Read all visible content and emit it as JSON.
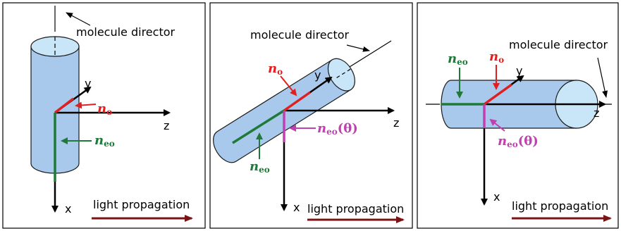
{
  "colors": {
    "cylinder_fill": "#a9c9ec",
    "cap_fill": "#c9e6f8",
    "outline": "#1a1a1a",
    "n_o": "#e02020",
    "n_eo": "#1f7a3a",
    "n_eo_theta": "#c040b0",
    "light_arrow": "#7a1414"
  },
  "panels": [
    {
      "director_label": "molecule director",
      "axis_y": "y",
      "axis_z": "z",
      "axis_x": "x",
      "n_o": {
        "base": "n",
        "sub": "o"
      },
      "n_eo": {
        "base": "n",
        "sub": "eo"
      },
      "light_label": "light propagation"
    },
    {
      "director_label": "molecule director",
      "axis_y": "y",
      "axis_z": "z",
      "axis_x": "x",
      "n_o": {
        "base": "n",
        "sub": "o"
      },
      "n_eo": {
        "base": "n",
        "sub": "eo"
      },
      "n_eo_theta": {
        "base": "n",
        "sub": "eo",
        "suffix": "(θ)"
      },
      "light_label": "light propagation"
    },
    {
      "director_label": "molecule director",
      "axis_y": "y",
      "axis_z": "z",
      "axis_x": "x",
      "n_o": {
        "base": "n",
        "sub": "o"
      },
      "n_eo": {
        "base": "n",
        "sub": "eo"
      },
      "n_eo_theta": {
        "base": "n",
        "sub": "eo",
        "suffix": "(θ)"
      },
      "light_label": "light propagation"
    }
  ]
}
